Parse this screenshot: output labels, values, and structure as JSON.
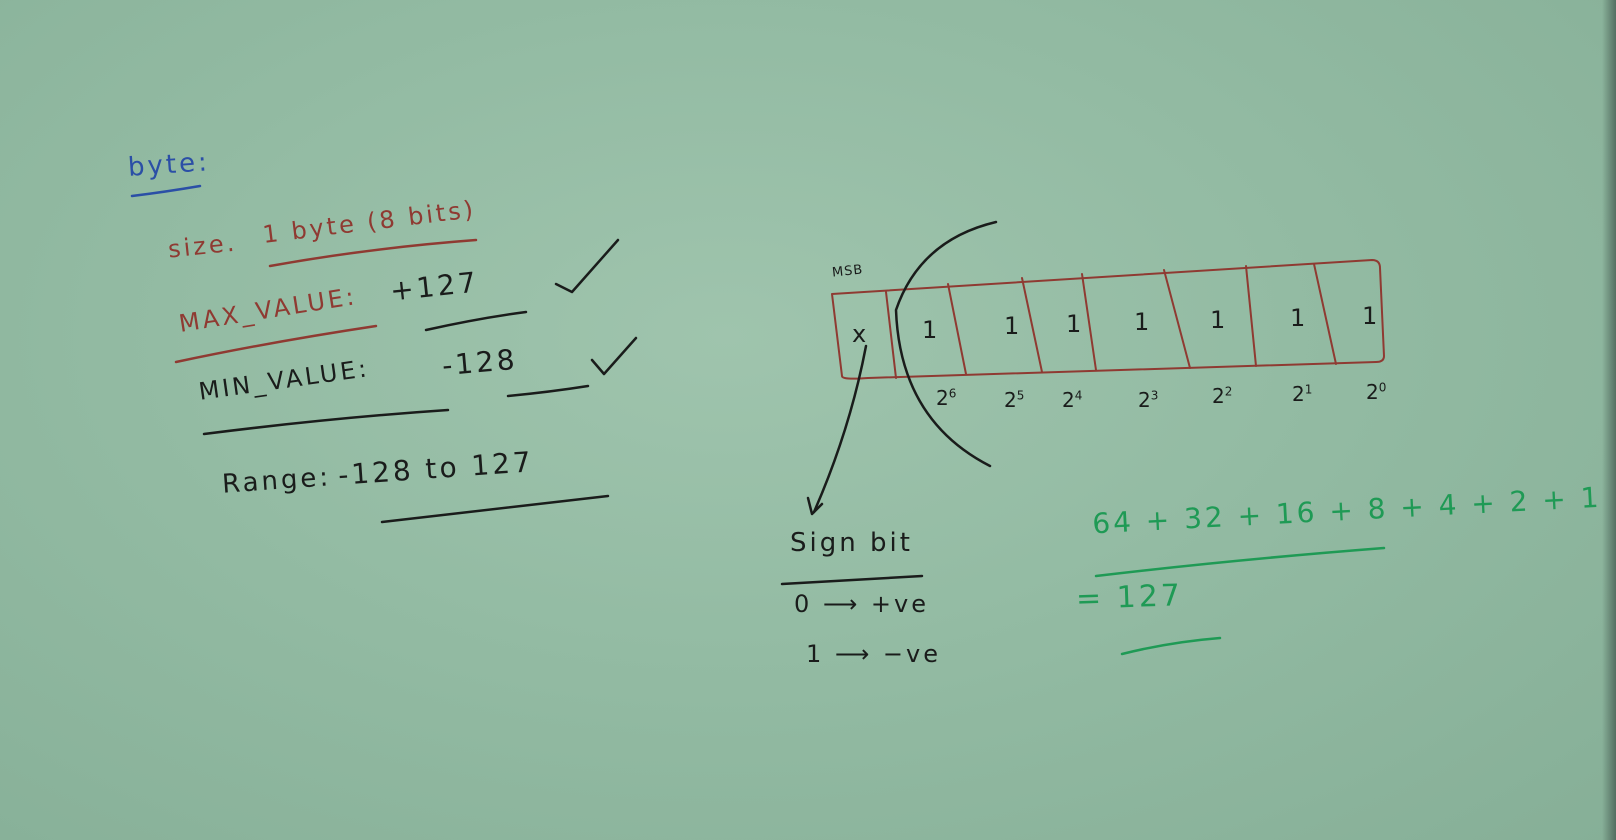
{
  "notes": {
    "heading": "byte:",
    "size_label": "size.",
    "size_value": "1 byte (8 bits)",
    "max_label": "MAX_VALUE:",
    "max_value": "+127",
    "min_label": "MIN_VALUE:",
    "min_value": "-128",
    "range_label": "Range:",
    "range_value": "-128 to 127",
    "check_mark": "✓"
  },
  "bit_diagram": {
    "msb_label": "MSB",
    "sign_cell": "x",
    "bits": [
      "1",
      "1",
      "1",
      "1",
      "1",
      "1",
      "1"
    ],
    "powers": [
      "6",
      "5",
      "4",
      "3",
      "2",
      "1",
      "0"
    ],
    "power_base": "2"
  },
  "sign_bit": {
    "title": "Sign bit",
    "rows": [
      "0 ⟶ +ve",
      "1 ⟶ −ve"
    ]
  },
  "sum": {
    "expression": "64 + 32 + 16 + 8 + 4 + 2 + 1",
    "result": "= 127"
  },
  "ink_colors": {
    "heading": "#2b4fa6",
    "labels": "#8f3a32",
    "text": "#1a1c1b",
    "sum": "#1f9a55",
    "board": "#93bba3"
  }
}
